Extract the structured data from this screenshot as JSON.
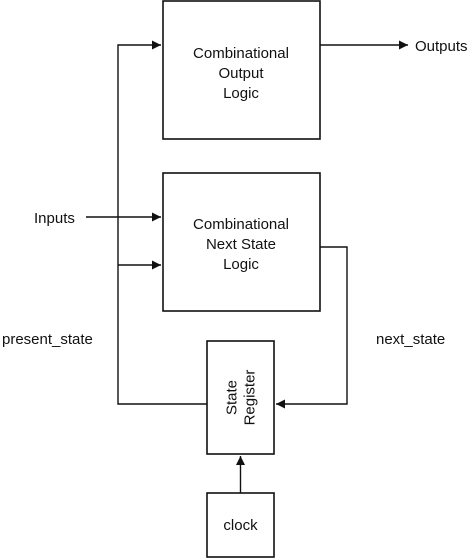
{
  "diagram": {
    "output_logic": {
      "lines": [
        "Combinational",
        "Output",
        "Logic"
      ]
    },
    "next_state_logic": {
      "lines": [
        "Combinational",
        "Next State",
        "Logic"
      ]
    },
    "state_register": {
      "lines": [
        "State",
        "Register"
      ]
    },
    "clock_box": {
      "label": "clock"
    },
    "labels": {
      "inputs": "Inputs",
      "outputs": "Outputs",
      "present_state": "present_state",
      "next_state": "next_state"
    }
  }
}
